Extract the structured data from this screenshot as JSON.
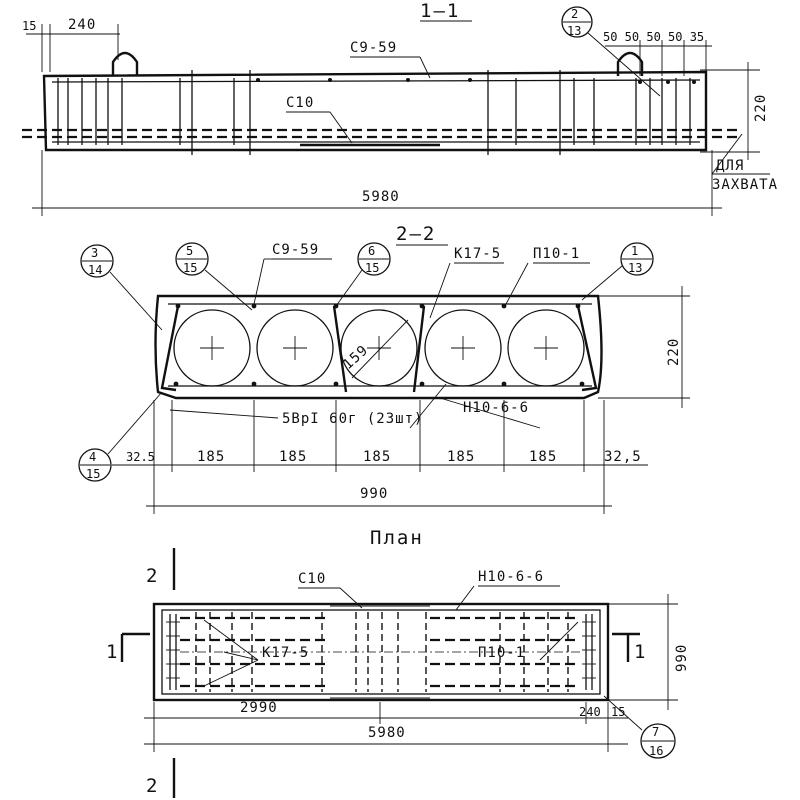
{
  "section_1_1": {
    "title": "1—1",
    "dim_15": "15",
    "dim_240": "240",
    "label_c9_59": "С9-59",
    "label_c10": "С10",
    "dims_right": "50 50 50 50 35",
    "dim_220": "220",
    "dim_5980": "5980",
    "capture_line1": "ДЛЯ",
    "capture_line2": "ЗАХВАТА",
    "callout": {
      "num": "2",
      "sheet": "13"
    }
  },
  "section_2_2": {
    "title": "2—2",
    "label_c9_59": "С9-59",
    "label_k17_5": "К17-5",
    "label_p10_1": "П10-1",
    "label_n10": "Н10-6-6",
    "label_rebar": "5ВрI 60г (23шт)",
    "dim_159": "159",
    "dim_220": "220",
    "dim_325_left": "32.5",
    "dim_325_right": "32,5",
    "dims_185": [
      "185",
      "185",
      "185",
      "185",
      "185"
    ],
    "dim_990": "990",
    "callouts": [
      {
        "num": "3",
        "sheet": "14"
      },
      {
        "num": "5",
        "sheet": "15"
      },
      {
        "num": "6",
        "sheet": "15"
      },
      {
        "num": "1",
        "sheet": "13"
      },
      {
        "num": "4",
        "sheet": "15"
      }
    ]
  },
  "plan": {
    "title": "План",
    "label_c10": "С10",
    "label_n10": "Н10-6-6",
    "label_k17_5": "К17-5",
    "label_p10_1": "П10-1",
    "dim_2990": "2990",
    "dim_5980": "5980",
    "dim_240": "240",
    "dim_15": "15",
    "dim_990": "990",
    "marker_2": "2",
    "marker_1": "1",
    "callout": {
      "num": "7",
      "sheet": "16"
    }
  }
}
